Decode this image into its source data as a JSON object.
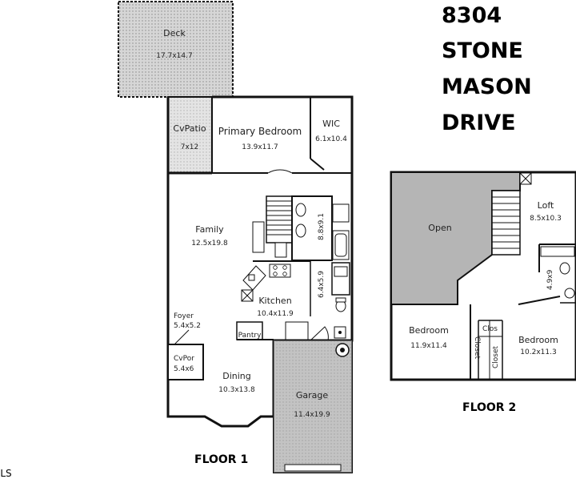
{
  "address": {
    "line1": "8304",
    "line2": "STONE",
    "line3": "MASON",
    "line4": "DRIVE"
  },
  "floor1": {
    "label": "FLOOR 1",
    "rooms": {
      "deck": {
        "name": "Deck",
        "size": "17.7x14.7"
      },
      "cvpatio": {
        "name": "CvPatio",
        "size": "7x12"
      },
      "primary_bedroom": {
        "name": "Primary Bedroom",
        "size": "13.9x11.7"
      },
      "wic": {
        "name": "WIC",
        "size": "6.1x10.4"
      },
      "bath1": {
        "size": "8.8x9.1"
      },
      "family": {
        "name": "Family",
        "size": "12.5x19.8"
      },
      "bath2": {
        "size": "6.4x5.9"
      },
      "kitchen": {
        "name": "Kitchen",
        "size": "10.4x11.9"
      },
      "foyer": {
        "name": "Foyer",
        "size": "5.4x5.2"
      },
      "pantry": {
        "name": "Pantry"
      },
      "cvpor": {
        "name": "CvPor",
        "size": "5.4x6"
      },
      "dining": {
        "name": "Dining",
        "size": "10.3x13.8"
      },
      "garage": {
        "name": "Garage",
        "size": "11.4x19.9"
      }
    }
  },
  "floor2": {
    "label": "FLOOR 2",
    "rooms": {
      "open": {
        "name": "Open"
      },
      "loft": {
        "name": "Loft",
        "size": "8.5x10.3"
      },
      "bath": {
        "size": "4.9x9"
      },
      "bedroom_left": {
        "name": "Bedroom",
        "size": "11.9x11.4"
      },
      "clos": {
        "name": "Clos"
      },
      "closet_a": {
        "name": "Closet"
      },
      "closet_b": {
        "name": "Closet"
      },
      "bedroom_right": {
        "name": "Bedroom",
        "size": "10.2x11.3"
      }
    }
  },
  "mls_mark": "MLS",
  "colors": {
    "wall": "#111111",
    "gray_fill": "#b5b5b5",
    "deck_fill": "#cfcfcf"
  }
}
